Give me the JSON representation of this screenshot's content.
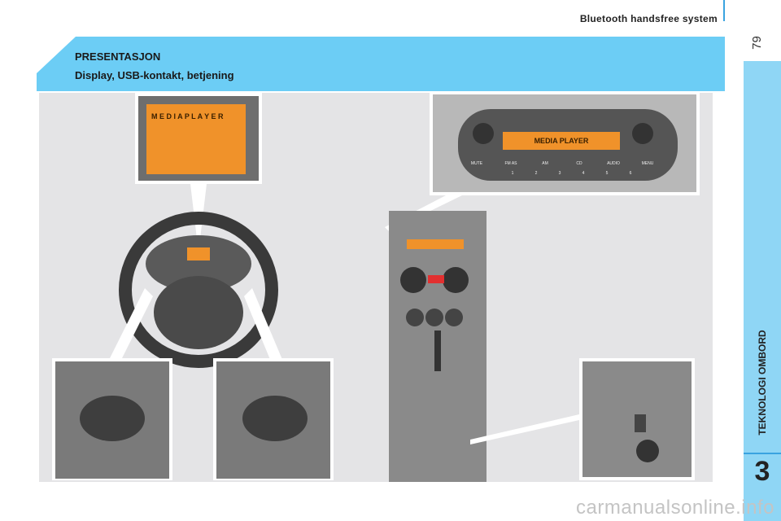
{
  "header": {
    "title": "Bluetooth handsfree system",
    "page_number": "79"
  },
  "chapter": {
    "title": "TEKNOLOGI OMBORD",
    "number": "3"
  },
  "banner": {
    "heading": "PRESENTASJON",
    "subheading": "Display, USB-kontakt, betjening"
  },
  "illustration": {
    "dash_display": "M E D I A   P L A Y E R",
    "radio_display": "MEDIA PLAYER",
    "radio_buttons": [
      "MUTE",
      "FM AS",
      "AM",
      "CD",
      "AUDIO",
      "MENU"
    ],
    "preset_buttons": [
      "1",
      "2",
      "3",
      "4",
      "5",
      "6"
    ]
  },
  "watermark": "carmanualsonline.info",
  "colors": {
    "accent": "#6ccdf5",
    "tab": "#8fd6f5",
    "display": "#f0922a"
  }
}
